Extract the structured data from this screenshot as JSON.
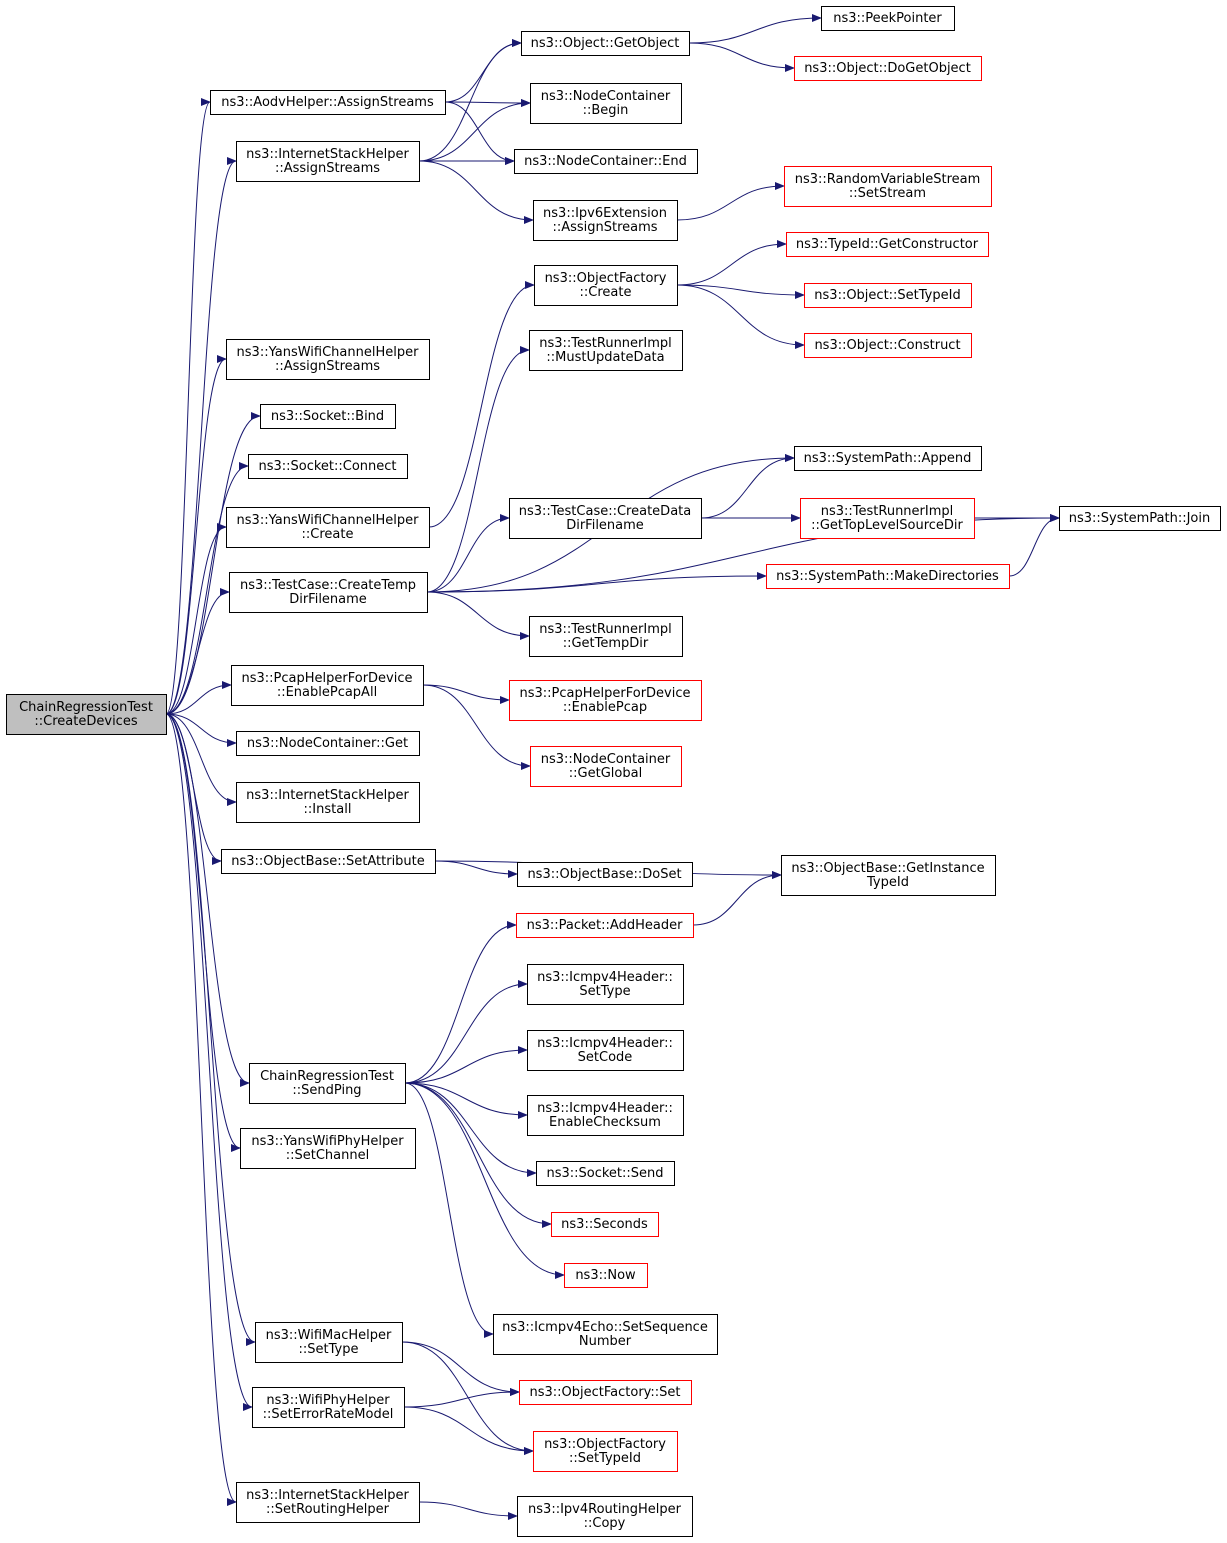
{
  "colors": {
    "edge": "#191970",
    "box_normal": "#000000",
    "box_truncated": "#ff0000",
    "root_fill": "#bfbfbf",
    "node_fill": "#ffffff"
  },
  "nodes": [
    {
      "id": "root",
      "lines": [
        "ChainRegressionTest",
        "::CreateDevices"
      ],
      "style": "root"
    },
    {
      "id": "aodv_assign",
      "lines": [
        "ns3::AodvHelper::AssignStreams"
      ],
      "style": "normal"
    },
    {
      "id": "ish_assign",
      "lines": [
        "ns3::InternetStackHelper",
        "::AssignStreams"
      ],
      "style": "normal"
    },
    {
      "id": "ywch_assign",
      "lines": [
        "ns3::YansWifiChannelHelper",
        "::AssignStreams"
      ],
      "style": "normal"
    },
    {
      "id": "socket_bind",
      "lines": [
        "ns3::Socket::Bind"
      ],
      "style": "normal"
    },
    {
      "id": "socket_connect",
      "lines": [
        "ns3::Socket::Connect"
      ],
      "style": "normal"
    },
    {
      "id": "ywch_create",
      "lines": [
        "ns3::YansWifiChannelHelper",
        "::Create"
      ],
      "style": "normal"
    },
    {
      "id": "tc_tempdir",
      "lines": [
        "ns3::TestCase::CreateTemp",
        "DirFilename"
      ],
      "style": "normal"
    },
    {
      "id": "pcap_all",
      "lines": [
        "ns3::PcapHelperForDevice",
        "::EnablePcapAll"
      ],
      "style": "normal"
    },
    {
      "id": "nc_get",
      "lines": [
        "ns3::NodeContainer::Get"
      ],
      "style": "normal"
    },
    {
      "id": "ish_install",
      "lines": [
        "ns3::InternetStackHelper",
        "::Install"
      ],
      "style": "normal"
    },
    {
      "id": "ob_setattr",
      "lines": [
        "ns3::ObjectBase::SetAttribute"
      ],
      "style": "normal"
    },
    {
      "id": "send_ping",
      "lines": [
        "ChainRegressionTest",
        "::SendPing"
      ],
      "style": "normal"
    },
    {
      "id": "ywph_setchan",
      "lines": [
        "ns3::YansWifiPhyHelper",
        "::SetChannel"
      ],
      "style": "normal"
    },
    {
      "id": "wmh_settype",
      "lines": [
        "ns3::WifiMacHelper",
        "::SetType"
      ],
      "style": "normal"
    },
    {
      "id": "wph_seterr",
      "lines": [
        "ns3::WifiPhyHelper",
        "::SetErrorRateModel"
      ],
      "style": "normal"
    },
    {
      "id": "ish_setrouting",
      "lines": [
        "ns3::InternetStackHelper",
        "::SetRoutingHelper"
      ],
      "style": "normal"
    },
    {
      "id": "obj_getobject",
      "lines": [
        "ns3::Object::GetObject"
      ],
      "style": "normal"
    },
    {
      "id": "nc_begin",
      "lines": [
        "ns3::NodeContainer",
        "::Begin"
      ],
      "style": "normal"
    },
    {
      "id": "nc_end",
      "lines": [
        "ns3::NodeContainer::End"
      ],
      "style": "normal"
    },
    {
      "id": "ipv6ext_assign",
      "lines": [
        "ns3::Ipv6Extension",
        "::AssignStreams"
      ],
      "style": "normal"
    },
    {
      "id": "of_create",
      "lines": [
        "ns3::ObjectFactory",
        "::Create"
      ],
      "style": "normal"
    },
    {
      "id": "tri_mustupdate",
      "lines": [
        "ns3::TestRunnerImpl",
        "::MustUpdateData"
      ],
      "style": "normal"
    },
    {
      "id": "tc_datadir",
      "lines": [
        "ns3::TestCase::CreateData",
        "DirFilename"
      ],
      "style": "normal"
    },
    {
      "id": "tri_tempdir",
      "lines": [
        "ns3::TestRunnerImpl",
        "::GetTempDir"
      ],
      "style": "normal"
    },
    {
      "id": "pcap_enable",
      "lines": [
        "ns3::PcapHelperForDevice",
        "::EnablePcap"
      ],
      "style": "truncated"
    },
    {
      "id": "nc_global",
      "lines": [
        "ns3::NodeContainer",
        "::GetGlobal"
      ],
      "style": "truncated"
    },
    {
      "id": "ob_doset",
      "lines": [
        "ns3::ObjectBase::DoSet"
      ],
      "style": "normal"
    },
    {
      "id": "pkt_addheader",
      "lines": [
        "ns3::Packet::AddHeader"
      ],
      "style": "truncated"
    },
    {
      "id": "icmp_settype",
      "lines": [
        "ns3::Icmpv4Header::",
        "SetType"
      ],
      "style": "normal"
    },
    {
      "id": "icmp_setcode",
      "lines": [
        "ns3::Icmpv4Header::",
        "SetCode"
      ],
      "style": "normal"
    },
    {
      "id": "icmp_checksum",
      "lines": [
        "ns3::Icmpv4Header::",
        "EnableChecksum"
      ],
      "style": "normal"
    },
    {
      "id": "socket_send",
      "lines": [
        "ns3::Socket::Send"
      ],
      "style": "normal"
    },
    {
      "id": "seconds",
      "lines": [
        "ns3::Seconds"
      ],
      "style": "truncated"
    },
    {
      "id": "now",
      "lines": [
        "ns3::Now"
      ],
      "style": "truncated"
    },
    {
      "id": "echo_seq",
      "lines": [
        "ns3::Icmpv4Echo::SetSequence",
        "Number"
      ],
      "style": "normal"
    },
    {
      "id": "of_set",
      "lines": [
        "ns3::ObjectFactory::Set"
      ],
      "style": "truncated"
    },
    {
      "id": "of_settypeid",
      "lines": [
        "ns3::ObjectFactory",
        "::SetTypeId"
      ],
      "style": "truncated"
    },
    {
      "id": "ipv4rh_copy",
      "lines": [
        "ns3::Ipv4RoutingHelper",
        "::Copy"
      ],
      "style": "normal"
    },
    {
      "id": "peekpointer",
      "lines": [
        "ns3::PeekPointer"
      ],
      "style": "normal"
    },
    {
      "id": "obj_dogetobject",
      "lines": [
        "ns3::Object::DoGetObject"
      ],
      "style": "truncated"
    },
    {
      "id": "rvs_setstream",
      "lines": [
        "ns3::RandomVariableStream",
        "::SetStream"
      ],
      "style": "truncated"
    },
    {
      "id": "typeid_getctor",
      "lines": [
        "ns3::TypeId::GetConstructor"
      ],
      "style": "truncated"
    },
    {
      "id": "obj_settypeid",
      "lines": [
        "ns3::Object::SetTypeId"
      ],
      "style": "truncated"
    },
    {
      "id": "obj_construct",
      "lines": [
        "ns3::Object::Construct"
      ],
      "style": "truncated"
    },
    {
      "id": "sp_append",
      "lines": [
        "ns3::SystemPath::Append"
      ],
      "style": "normal"
    },
    {
      "id": "tri_toplevel",
      "lines": [
        "ns3::TestRunnerImpl",
        "::GetTopLevelSourceDir"
      ],
      "style": "truncated"
    },
    {
      "id": "sp_mkdirs",
      "lines": [
        "ns3::SystemPath::MakeDirectories"
      ],
      "style": "truncated"
    },
    {
      "id": "sp_join",
      "lines": [
        "ns3::SystemPath::Join"
      ],
      "style": "normal"
    },
    {
      "id": "ob_gettypeid",
      "lines": [
        "ns3::ObjectBase::GetInstance",
        "TypeId"
      ],
      "style": "normal"
    }
  ],
  "edges": [
    {
      "from": "root",
      "to": "aodv_assign"
    },
    {
      "from": "root",
      "to": "ish_assign"
    },
    {
      "from": "root",
      "to": "ywch_assign"
    },
    {
      "from": "root",
      "to": "socket_bind"
    },
    {
      "from": "root",
      "to": "socket_connect"
    },
    {
      "from": "root",
      "to": "ywch_create"
    },
    {
      "from": "root",
      "to": "tc_tempdir"
    },
    {
      "from": "root",
      "to": "pcap_all"
    },
    {
      "from": "root",
      "to": "nc_get"
    },
    {
      "from": "root",
      "to": "ish_install"
    },
    {
      "from": "root",
      "to": "ob_setattr"
    },
    {
      "from": "root",
      "to": "send_ping"
    },
    {
      "from": "root",
      "to": "ywph_setchan"
    },
    {
      "from": "root",
      "to": "wmh_settype"
    },
    {
      "from": "root",
      "to": "wph_seterr"
    },
    {
      "from": "root",
      "to": "ish_setrouting"
    },
    {
      "from": "aodv_assign",
      "to": "obj_getobject"
    },
    {
      "from": "aodv_assign",
      "to": "nc_begin"
    },
    {
      "from": "aodv_assign",
      "to": "nc_end"
    },
    {
      "from": "ish_assign",
      "to": "obj_getobject"
    },
    {
      "from": "ish_assign",
      "to": "nc_begin"
    },
    {
      "from": "ish_assign",
      "to": "nc_end"
    },
    {
      "from": "ish_assign",
      "to": "ipv6ext_assign"
    },
    {
      "from": "obj_getobject",
      "to": "peekpointer"
    },
    {
      "from": "obj_getobject",
      "to": "obj_dogetobject"
    },
    {
      "from": "ipv6ext_assign",
      "to": "rvs_setstream"
    },
    {
      "from": "ywch_create",
      "to": "of_create"
    },
    {
      "from": "of_create",
      "to": "typeid_getctor"
    },
    {
      "from": "of_create",
      "to": "obj_settypeid"
    },
    {
      "from": "of_create",
      "to": "obj_construct"
    },
    {
      "from": "tc_tempdir",
      "to": "tri_mustupdate"
    },
    {
      "from": "tc_tempdir",
      "to": "sp_join"
    },
    {
      "from": "tc_tempdir",
      "to": "sp_append"
    },
    {
      "from": "tc_tempdir",
      "to": "tc_datadir"
    },
    {
      "from": "tc_tempdir",
      "to": "sp_mkdirs"
    },
    {
      "from": "tc_tempdir",
      "to": "tri_tempdir"
    },
    {
      "from": "tc_datadir",
      "to": "sp_append"
    },
    {
      "from": "tc_datadir",
      "to": "tri_toplevel"
    },
    {
      "from": "tri_toplevel",
      "to": "sp_join"
    },
    {
      "from": "sp_mkdirs",
      "to": "sp_join"
    },
    {
      "from": "pcap_all",
      "to": "pcap_enable"
    },
    {
      "from": "pcap_all",
      "to": "nc_global"
    },
    {
      "from": "ob_setattr",
      "to": "ob_gettypeid"
    },
    {
      "from": "ob_setattr",
      "to": "ob_doset"
    },
    {
      "from": "pkt_addheader",
      "to": "ob_gettypeid"
    },
    {
      "from": "send_ping",
      "to": "pkt_addheader"
    },
    {
      "from": "send_ping",
      "to": "icmp_settype"
    },
    {
      "from": "send_ping",
      "to": "icmp_setcode"
    },
    {
      "from": "send_ping",
      "to": "icmp_checksum"
    },
    {
      "from": "send_ping",
      "to": "socket_send"
    },
    {
      "from": "send_ping",
      "to": "seconds"
    },
    {
      "from": "send_ping",
      "to": "now"
    },
    {
      "from": "send_ping",
      "to": "echo_seq"
    },
    {
      "from": "wmh_settype",
      "to": "of_set"
    },
    {
      "from": "wmh_settype",
      "to": "of_settypeid"
    },
    {
      "from": "wph_seterr",
      "to": "of_set"
    },
    {
      "from": "wph_seterr",
      "to": "of_settypeid"
    },
    {
      "from": "ish_setrouting",
      "to": "ipv4rh_copy"
    }
  ]
}
